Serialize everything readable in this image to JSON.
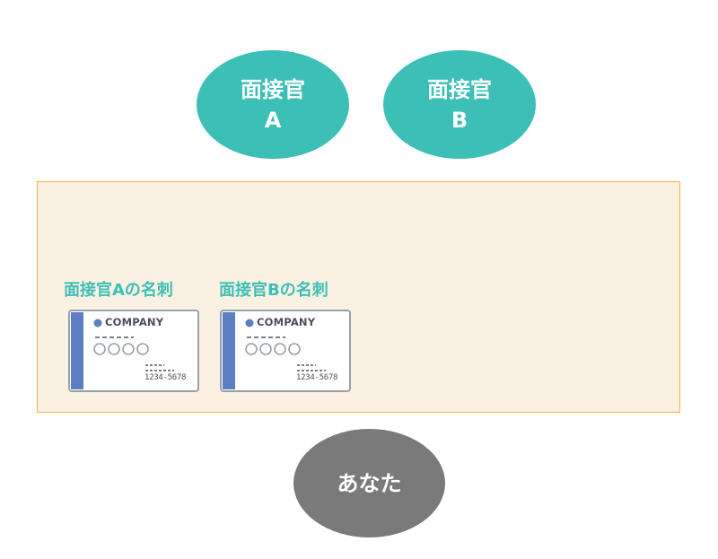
{
  "interviewers": [
    {
      "line1": "面接官",
      "line2": "A"
    },
    {
      "line1": "面接官",
      "line2": "B"
    }
  ],
  "you": {
    "label": "あなた"
  },
  "business_cards": [
    {
      "label": "面接官Aの名刺",
      "company": "COMPANY",
      "number": "1234-5678"
    },
    {
      "label": "面接官Bの名刺",
      "company": "COMPANY",
      "number": "1234-5678"
    }
  ],
  "colors": {
    "interviewer": "#3cbfb6",
    "you": "#7a7a7a",
    "desk_fill": "#fbf1e3",
    "desk_border": "#f2b541",
    "label_text": "#3cbfb6",
    "card_stripe": "#5b7fc2"
  }
}
